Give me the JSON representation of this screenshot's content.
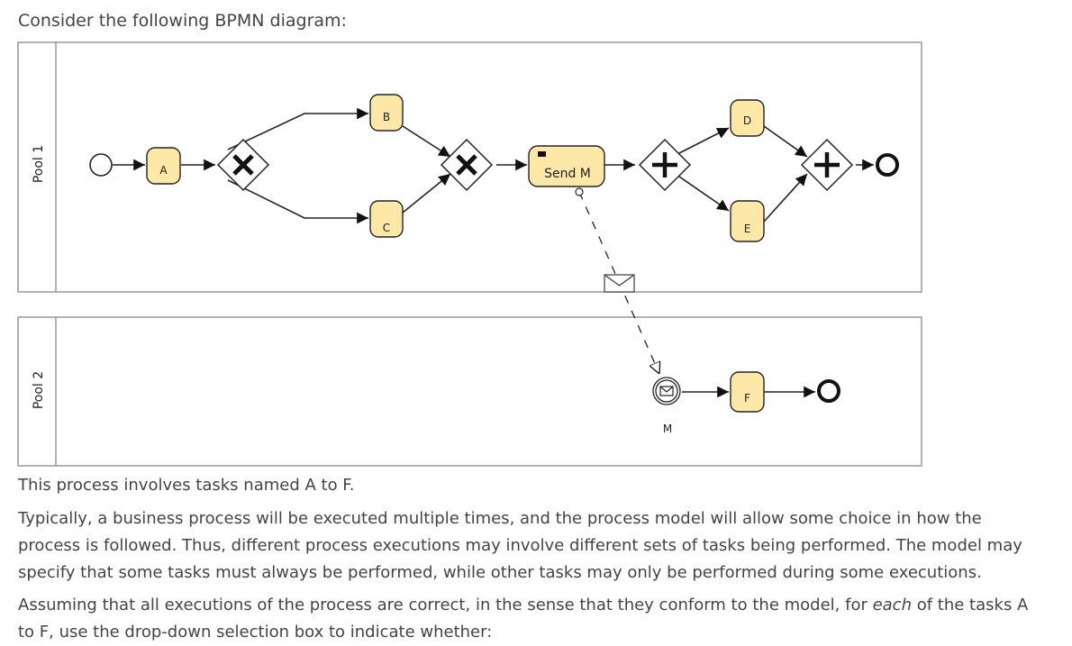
{
  "intro": "Consider the following BPMN diagram:",
  "diagram": {
    "pools": [
      "Pool 1",
      "Pool 2"
    ],
    "tasks": {
      "a": "A",
      "b": "B",
      "c": "C",
      "send": "Send M",
      "d": "D",
      "e": "E",
      "f": "F"
    },
    "message_event_label": "M",
    "colors": {
      "task_fill": "#fde8a8",
      "task_stroke": "#222222",
      "pool_stroke": "#999999"
    }
  },
  "paragraphs": {
    "p1": "This process involves tasks named A to F.",
    "p2": "Typically, a business process will be executed multiple times, and the process model will allow some choice in how the process is followed. Thus, different process executions may involve different sets of tasks being performed. The model may specify that some tasks must always be performed, while other tasks may only be performed during some executions.",
    "p3_before": "Assuming that all executions of the process are correct, in the sense that they conform to the model, for ",
    "p3_em": "each",
    "p3_after": " of the tasks A to F, use the drop-down selection box to indicate whether:"
  }
}
